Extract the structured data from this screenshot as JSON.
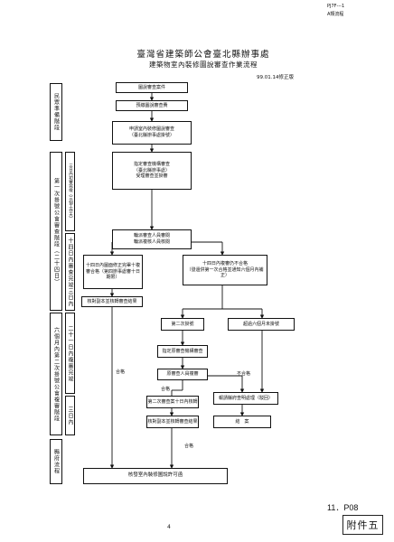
{
  "header": {
    "ref_top": "PJ7F---1",
    "ref_sub": "A類流程",
    "title": "臺灣省建築師公會臺北縣辦事處",
    "subtitle": "建築物室內裝修圖說審查作業流程",
    "date": "99.01.14修正版"
  },
  "left_phases": [
    {
      "label": "民眾準備階段"
    },
    {
      "label": "第一次掛號公會審查階段（二十四日）"
    },
    {
      "label": "六個月內第二次掛號公會複審階段"
    },
    {
      "label": "縣府流程"
    }
  ],
  "day_columns": [
    {
      "label": "三日內初審完竣（三個工作天）"
    },
    {
      "label": "十四日內審查完竣三日內"
    },
    {
      "label": "二十一日內複審完竣"
    },
    {
      "label": "三日內"
    }
  ],
  "flow": {
    "step1": "圖說審查案件",
    "step2": "預繳圖說審查費",
    "step3": "申請室內裝修圖說審查\n（臺北縣辦事處掛號）",
    "step4": "指定審查機構審查\n（臺北縣辦事處）\n受理審查並掛審",
    "step5": "輪派審查人員審閱\n輪派複核人員核閱",
    "pass_box": "十四日內圖面修正完畢十複審合格（第四辦事處審十日期限）",
    "fail_box": "十四日內複審仍不合格\n（發還併第一次合格並通知六個月內補正）",
    "send_left": "核對副本並核轉審查結果",
    "second_reg": "第二次掛號",
    "over_six": "超過六個月未掛號",
    "assign_again": "指定原審查機構審查",
    "original_review": "原審查人員複審",
    "review_21": "第二次審查案十日內核轉",
    "send_right": "核對副本並核轉審查結果",
    "report_county": "報請縣府查明處理（駁回）",
    "close_case": "結　案",
    "final": "核發室內裝修圖說許可函"
  },
  "labels": {
    "pass1": "合格",
    "pass2": "合格",
    "pass3": "合格",
    "fail": "不合格"
  },
  "footer": {
    "page_num": "4",
    "page_code": "11．P08",
    "annex": "附件五"
  }
}
